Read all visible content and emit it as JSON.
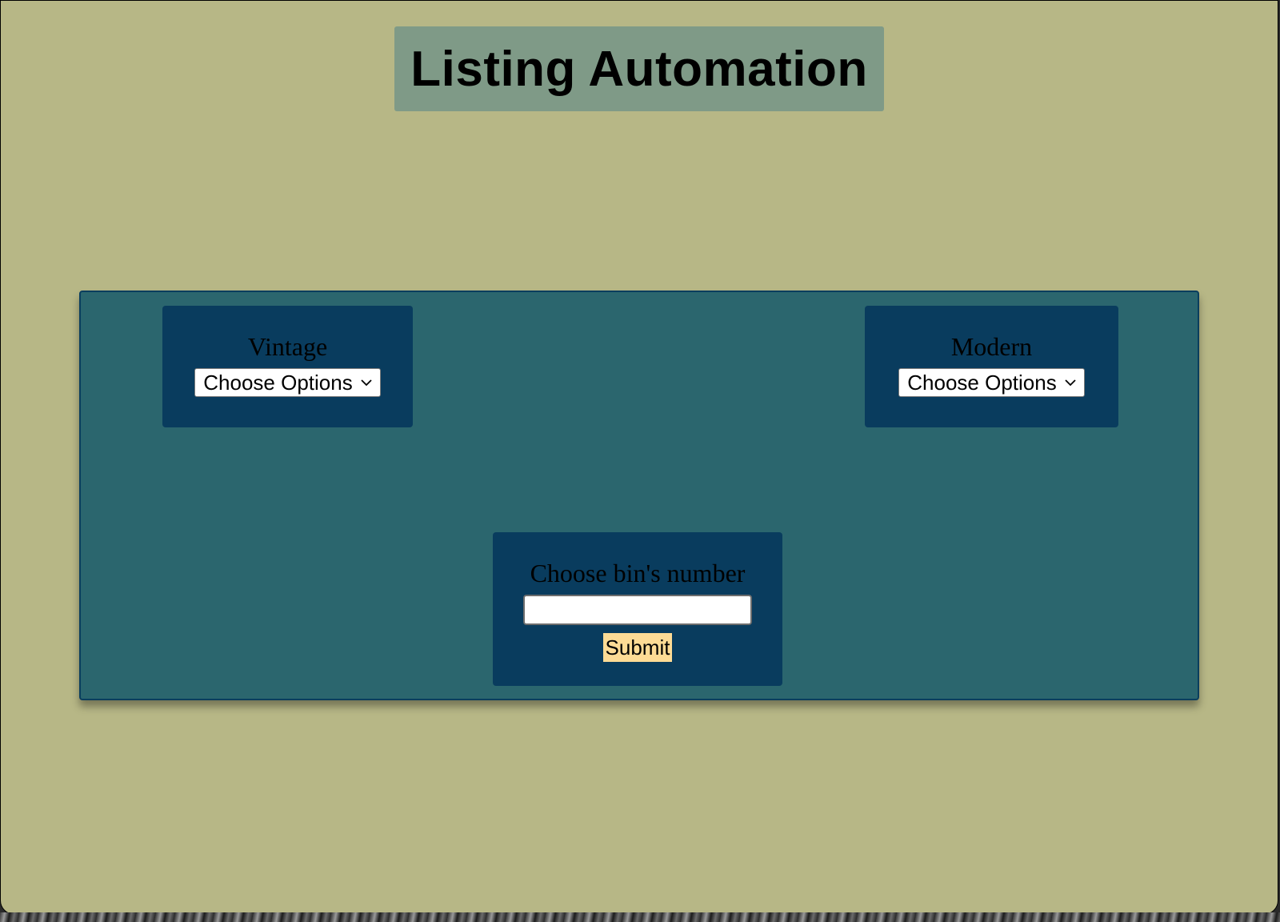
{
  "header": {
    "title": "Listing Automation"
  },
  "vintage": {
    "label": "Vintage",
    "select_value": "Choose Options",
    "icon": "chevron-down-icon"
  },
  "modern": {
    "label": "Modern",
    "select_value": "Choose Options",
    "icon": "chevron-down-icon"
  },
  "bin": {
    "label": "Choose bin's number",
    "input_value": "",
    "submit_label": "Submit"
  },
  "colors": {
    "page_background": "#b7b786",
    "title_background": "#7f9a87",
    "panel_background": "#2b666e",
    "card_background": "#093c5e",
    "submit_background": "#fddb95"
  }
}
